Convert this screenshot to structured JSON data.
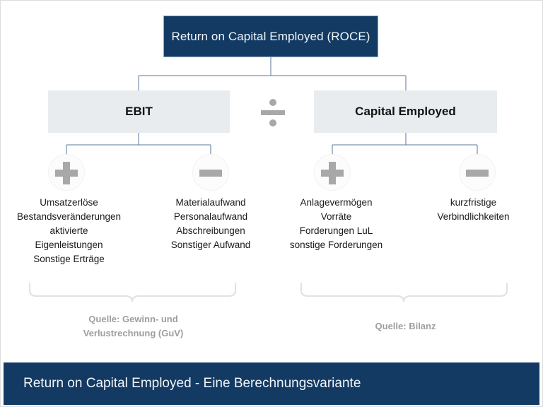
{
  "diagram": {
    "root": {
      "label": "Return on Capital Employed (ROCE)",
      "bg_color": "#123a63",
      "text_color": "#f2f5f8"
    },
    "operator": {
      "name": "divide-operator",
      "symbol": "÷",
      "color": "#a8a8a8"
    },
    "branches": [
      {
        "id": "ebit",
        "label": "EBIT",
        "bg_color": "#e8ecee",
        "source_label_lines": [
          "Quelle: Gewinn- und",
          "Verlustrechnung (GuV)"
        ],
        "groups": [
          {
            "operator": "plus",
            "items": [
              "Umsatzerlöse",
              "Bestandsveränderungen",
              "aktivierte",
              "Eigenleistungen",
              "Sonstige Erträge"
            ]
          },
          {
            "operator": "minus",
            "items": [
              "Materialaufwand",
              "Personalaufwand",
              "Abschreibungen",
              "Sonstiger Aufwand"
            ]
          }
        ]
      },
      {
        "id": "capital-employed",
        "label": "Capital Employed",
        "bg_color": "#e8ecee",
        "source_label_lines": [
          "Quelle: Bilanz"
        ],
        "groups": [
          {
            "operator": "plus",
            "items": [
              "Anlagevermögen",
              "Vorräte",
              "Forderungen LuL",
              "sonstige Forderungen"
            ]
          },
          {
            "operator": "minus",
            "items": [
              "kurzfristige",
              "Verbindlichkeiten"
            ]
          }
        ]
      }
    ],
    "connector_color": "#5a7a9b",
    "brace_color": "#e3e3e3"
  },
  "caption": {
    "text": "Return on Capital Employed - Eine Berechnungsvariante",
    "bg_color": "#123a63",
    "text_color": "#f2f5f8"
  }
}
